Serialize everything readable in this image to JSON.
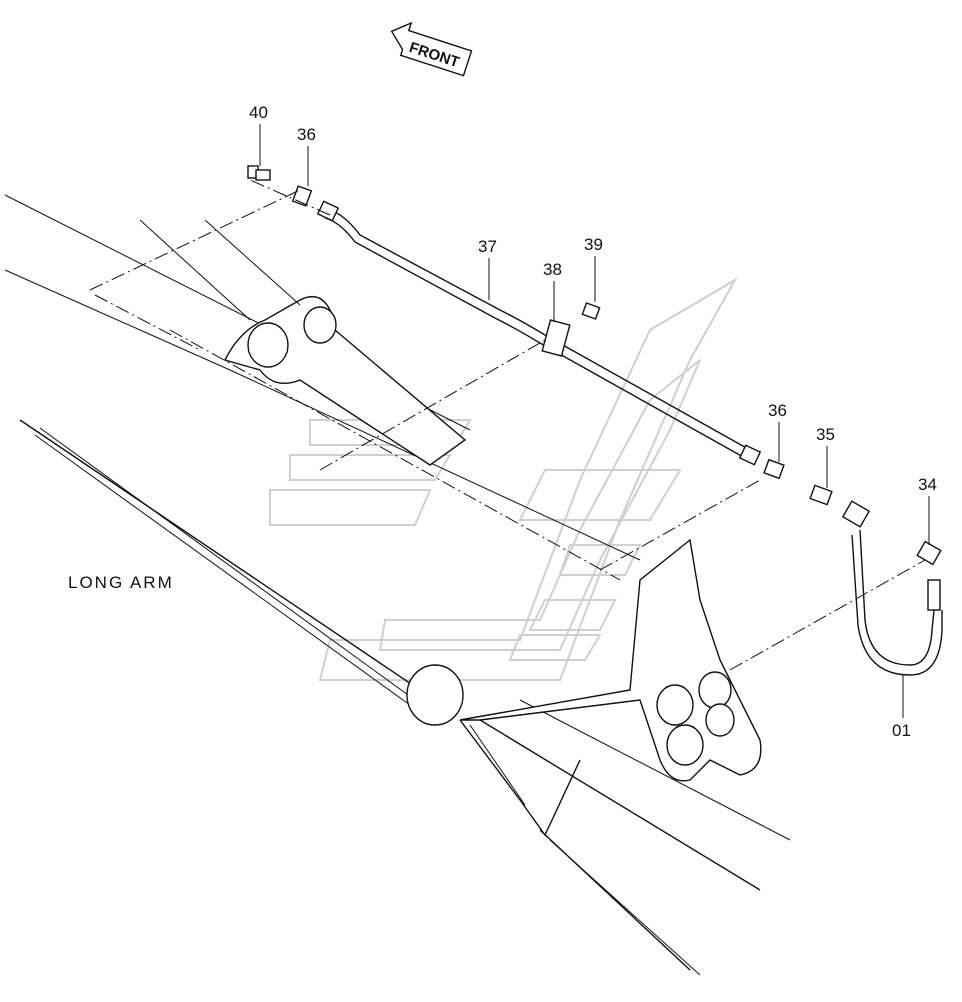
{
  "diagram": {
    "front_label": "FRONT",
    "side_label": "LONG ARM",
    "parts": [
      {
        "id": "40"
      },
      {
        "id": "36"
      },
      {
        "id": "37"
      },
      {
        "id": "38"
      },
      {
        "id": "39"
      },
      {
        "id": "36"
      },
      {
        "id": "35"
      },
      {
        "id": "34"
      },
      {
        "id": "01"
      }
    ]
  }
}
